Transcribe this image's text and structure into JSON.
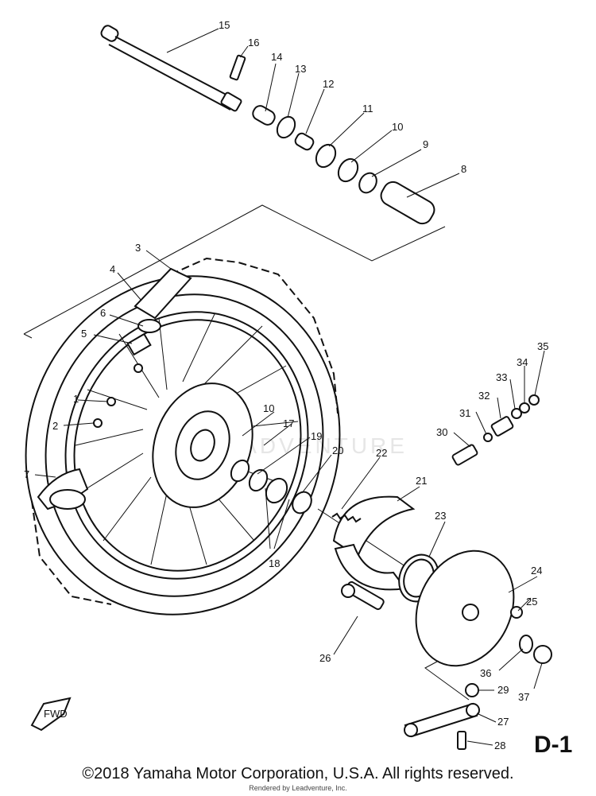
{
  "diagram": {
    "page_code": "D-1",
    "fwd_label": "FWD",
    "watermark": "LEADVENTURE",
    "part_labels": [
      {
        "id": "p15",
        "text": "15"
      },
      {
        "id": "p16",
        "text": "16"
      },
      {
        "id": "p14",
        "text": "14"
      },
      {
        "id": "p13",
        "text": "13"
      },
      {
        "id": "p12",
        "text": "12"
      },
      {
        "id": "p11",
        "text": "11"
      },
      {
        "id": "p10a",
        "text": "10"
      },
      {
        "id": "p9",
        "text": "9"
      },
      {
        "id": "p8",
        "text": "8"
      },
      {
        "id": "p3",
        "text": "3"
      },
      {
        "id": "p4",
        "text": "4"
      },
      {
        "id": "p6",
        "text": "6"
      },
      {
        "id": "p5",
        "text": "5"
      },
      {
        "id": "p1",
        "text": "1"
      },
      {
        "id": "p2",
        "text": "2"
      },
      {
        "id": "p7",
        "text": "7"
      },
      {
        "id": "p10b",
        "text": "10"
      },
      {
        "id": "p17",
        "text": "17"
      },
      {
        "id": "p19",
        "text": "19"
      },
      {
        "id": "p20",
        "text": "20"
      },
      {
        "id": "p22",
        "text": "22"
      },
      {
        "id": "p21",
        "text": "21"
      },
      {
        "id": "p18",
        "text": "18"
      },
      {
        "id": "p23",
        "text": "23"
      },
      {
        "id": "p24",
        "text": "24"
      },
      {
        "id": "p25",
        "text": "25"
      },
      {
        "id": "p26",
        "text": "26"
      },
      {
        "id": "p30",
        "text": "30"
      },
      {
        "id": "p31",
        "text": "31"
      },
      {
        "id": "p32",
        "text": "32"
      },
      {
        "id": "p33",
        "text": "33"
      },
      {
        "id": "p34",
        "text": "34"
      },
      {
        "id": "p35",
        "text": "35"
      },
      {
        "id": "p36",
        "text": "36"
      },
      {
        "id": "p37",
        "text": "37"
      },
      {
        "id": "p29",
        "text": "29"
      },
      {
        "id": "p27",
        "text": "27"
      },
      {
        "id": "p28",
        "text": "28"
      }
    ]
  },
  "footer": {
    "copyright": "©2018 Yamaha Motor Corporation, U.S.A. All rights reserved.",
    "rendered_by": "Rendered by Leadventure, Inc."
  }
}
